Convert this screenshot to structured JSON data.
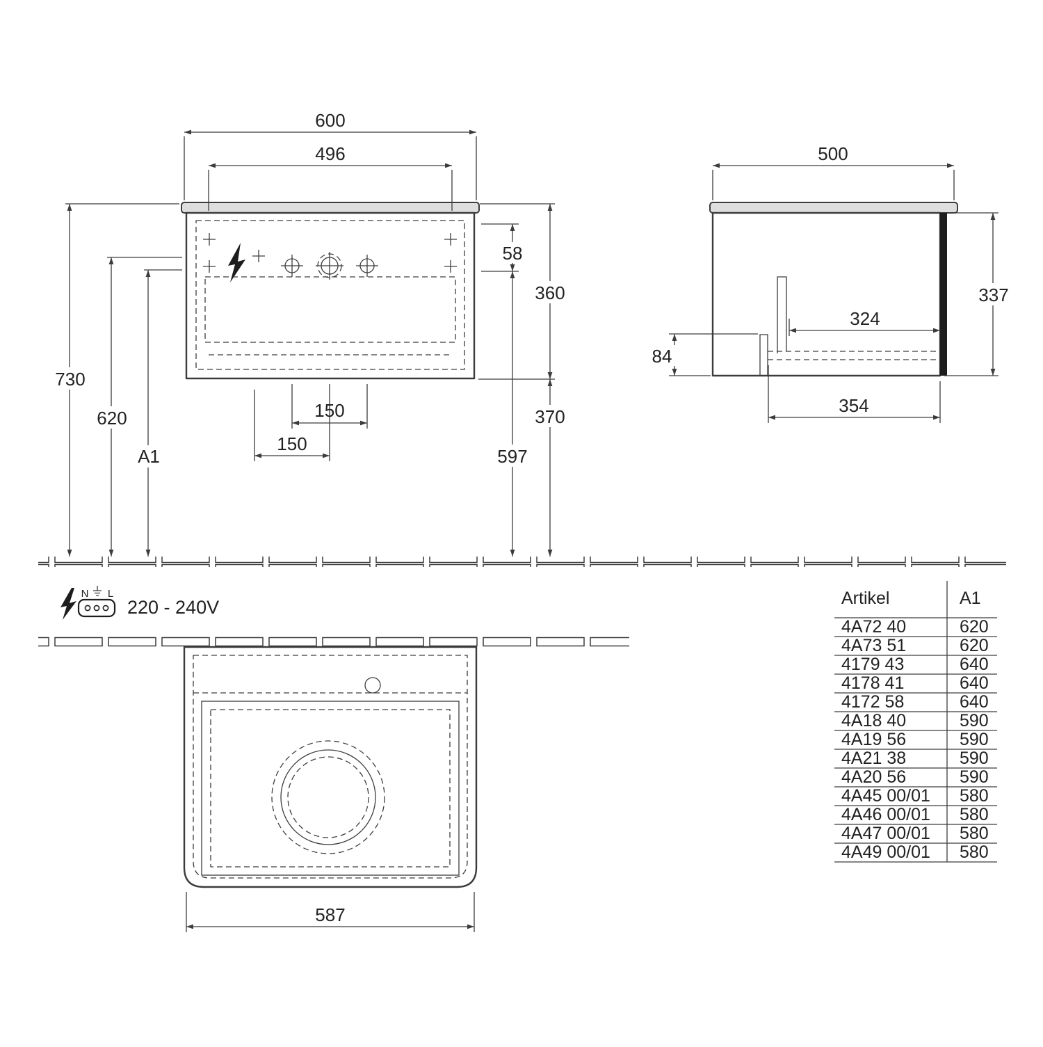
{
  "front_view": {
    "dim_width_top": "600",
    "dim_width_inner": "496",
    "dim_height_total": "730",
    "dim_height_620": "620",
    "dim_a1": "A1",
    "dim_offset_58": "58",
    "dim_body_height": "360",
    "dim_clearance": "370",
    "dim_height_597": "597",
    "dim_hole_spacing_upper": "150",
    "dim_hole_spacing_lower": "150"
  },
  "side_view": {
    "dim_depth": "500",
    "dim_body_height": "337",
    "dim_recess": "84",
    "dim_inner_depth": "324",
    "dim_bottom_depth": "354"
  },
  "plan_view": {
    "dim_width": "587"
  },
  "electrical": {
    "label_n": "N",
    "label_l": "L",
    "voltage": "220 - 240V"
  },
  "table": {
    "header_artikel": "Artikel",
    "header_a1": "A1",
    "rows": [
      {
        "artikel": "4A72 40",
        "a1": "620"
      },
      {
        "artikel": "4A73 51",
        "a1": "620"
      },
      {
        "artikel": "4179 43",
        "a1": "640"
      },
      {
        "artikel": "4178 41",
        "a1": "640"
      },
      {
        "artikel": "4172 58",
        "a1": "640"
      },
      {
        "artikel": "4A18 40",
        "a1": "590"
      },
      {
        "artikel": "4A19 56",
        "a1": "590"
      },
      {
        "artikel": "4A21 38",
        "a1": "590"
      },
      {
        "artikel": "4A20 56",
        "a1": "590"
      },
      {
        "artikel": "4A45 00/01",
        "a1": "580"
      },
      {
        "artikel": "4A46 00/01",
        "a1": "580"
      },
      {
        "artikel": "4A47 00/01",
        "a1": "580"
      },
      {
        "artikel": "4A49 00/01",
        "a1": "580"
      }
    ]
  }
}
